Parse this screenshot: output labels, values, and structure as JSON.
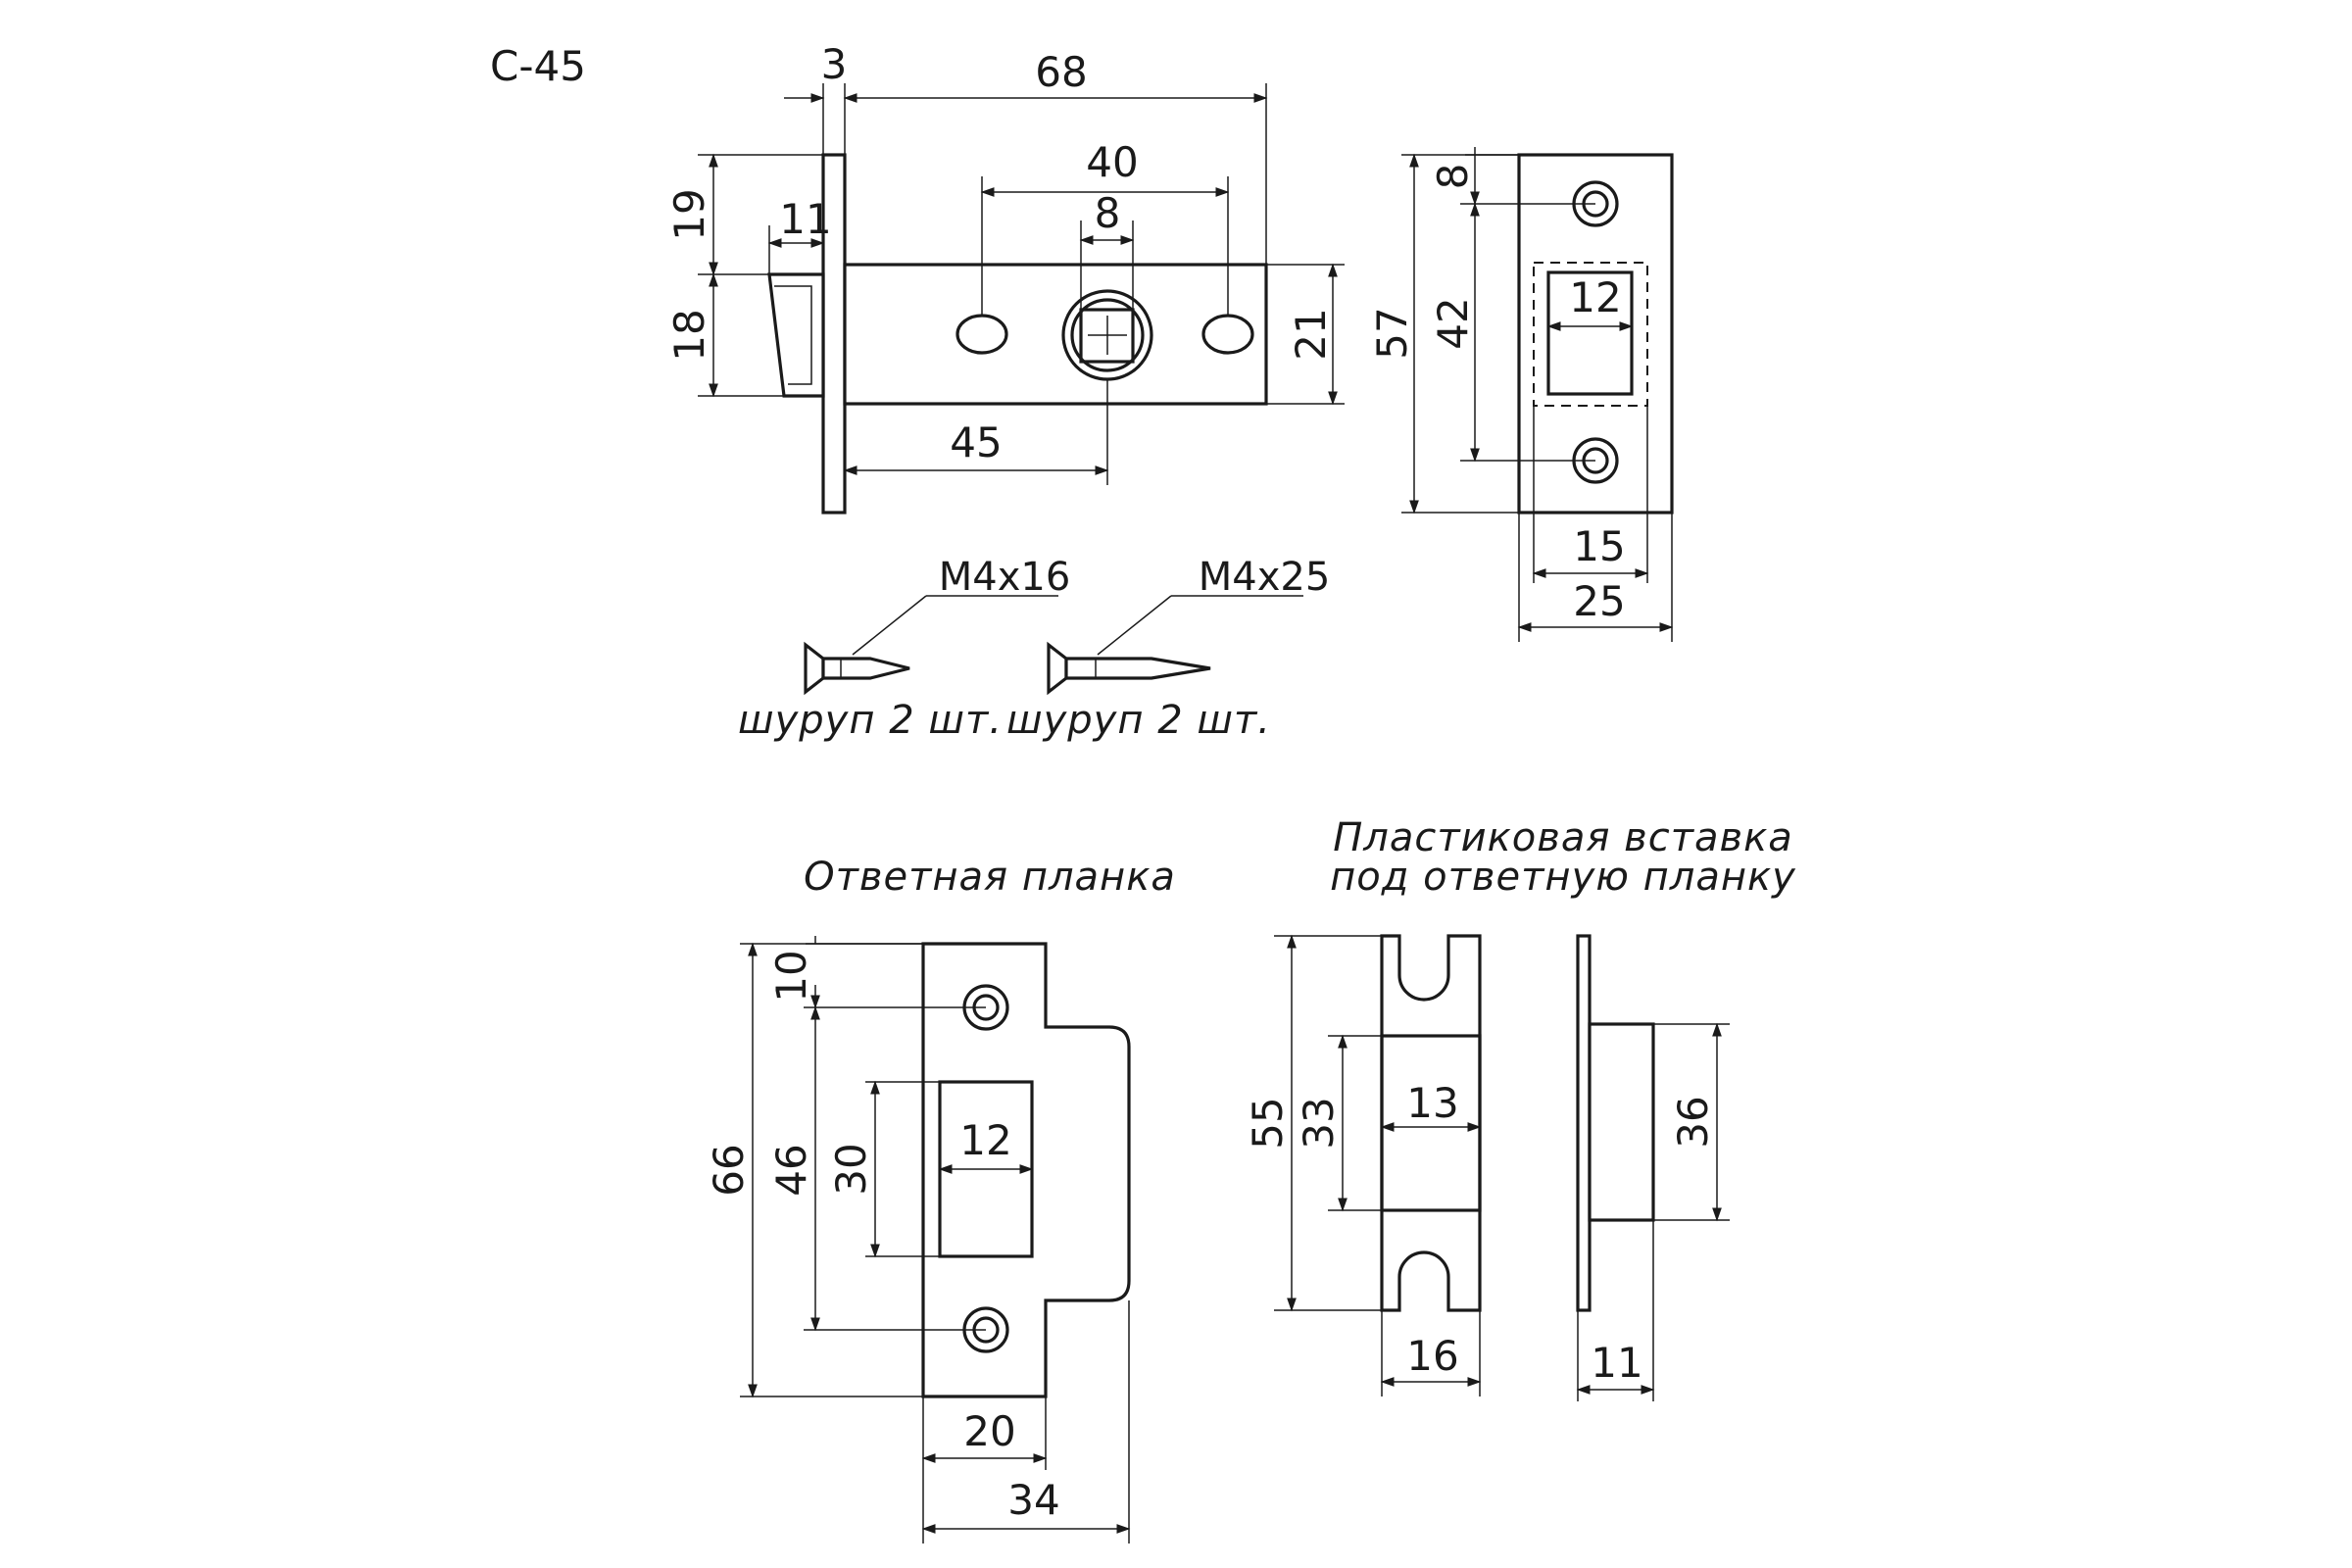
{
  "model": "C-45",
  "latch": {
    "dims": {
      "faceplate_thickness": "3",
      "overall_length": "68",
      "hole_spacing": "40",
      "square_spindle": "8",
      "above_bolt": "19",
      "bolt_projection": "11",
      "bolt_height": "18",
      "body_height": "21",
      "backset": "45"
    }
  },
  "faceplate": {
    "dims": {
      "hole_offset": "8",
      "hole_spacing": "42",
      "height": "57",
      "bolt_opening_width": "12",
      "width_inner": "15",
      "width": "25"
    }
  },
  "screws": [
    {
      "size": "M4x16",
      "caption": "шуруп 2 шт."
    },
    {
      "size": "M4x25",
      "caption": "шуруп 2 шт."
    }
  ],
  "strike_plate": {
    "title": "Ответная планка",
    "dims": {
      "top_offset": "10",
      "height": "66",
      "hole_spacing": "46",
      "opening_height": "30",
      "opening_width": "12",
      "width_plate": "20",
      "width_total": "34"
    }
  },
  "plastic_insert": {
    "title_line1": "Пластиковая вставка",
    "title_line2": "под ответную планку",
    "dims": {
      "height": "55",
      "inner_height": "33",
      "inner_width": "13",
      "width": "16",
      "depth_height": "36",
      "depth": "11"
    }
  }
}
